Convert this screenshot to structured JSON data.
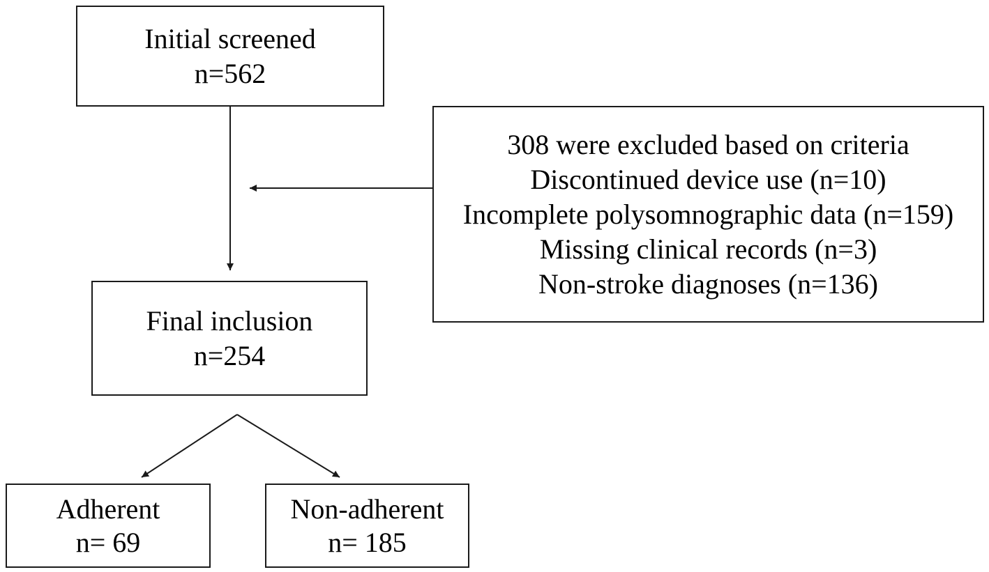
{
  "diagram": {
    "initial": {
      "title": "Initial screened",
      "count": "n=562"
    },
    "exclusion": {
      "lines": [
        "308 were excluded based on criteria",
        "Discontinued device use (n=10)",
        "Incomplete polysomnographic data (n=159)",
        "Missing clinical records (n=3)",
        "Non-stroke diagnoses (n=136)"
      ]
    },
    "final": {
      "title": "Final inclusion",
      "count": "n=254"
    },
    "adherent": {
      "title": "Adherent",
      "count": "n= 69"
    },
    "non_adherent": {
      "title": "Non-adherent",
      "count": "n= 185"
    }
  }
}
